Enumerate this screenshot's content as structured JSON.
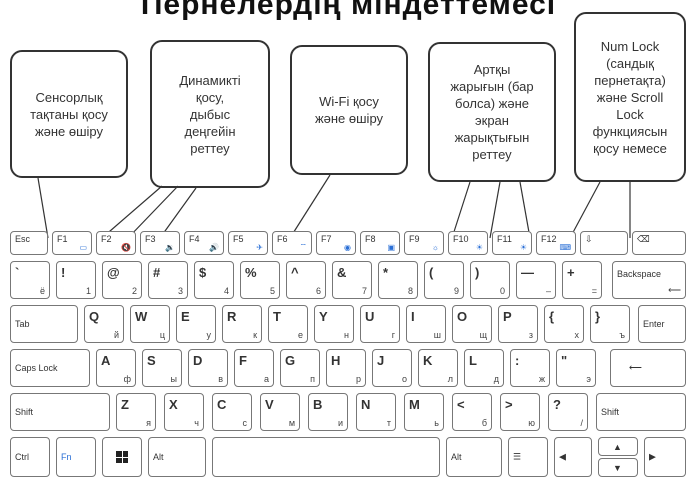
{
  "title": "Пернелердің міндеттемесі",
  "callouts": [
    "Сенсорлық\nтақтаны қосу\nжәне өшіру",
    "Динамикті\nқосу,\nдыбыс\nдеңгейін\nреттеу",
    "Wi-Fi қосу\nжәне өшіру",
    "Артқы\nжарығын (бар\nболса) және\nэкран\nжарықтығын\nреттеу",
    "Num Lock\n(сандық\nпернетақта)\nжәне Scroll\nLock\nфункциясын\nқосу немесе"
  ],
  "keys": {
    "esc": "Esc",
    "f1": "F1",
    "f2": "F2",
    "f3": "F3",
    "f4": "F4",
    "f5": "F5",
    "f6": "F6",
    "f7": "F7",
    "f8": "F8",
    "f9": "F9",
    "f10": "F10",
    "f11": "F11",
    "f12": "F12",
    "backspace": "Backspace",
    "tab": "Tab",
    "enter": "Enter",
    "capslock": "Caps Lock",
    "shift_l": "Shift",
    "shift_r": "Shift",
    "ctrl": "Ctrl",
    "fn": "Fn",
    "alt": "Alt",
    "alt_r": "Alt",
    "row1": [
      {
        "main": "`",
        "sub": "ё"
      },
      {
        "main": "!",
        "sub": "1"
      },
      {
        "main": "@",
        "sub": "2"
      },
      {
        "main": "#",
        "sub": "3"
      },
      {
        "main": "$",
        "sub": "4"
      },
      {
        "main": "%",
        "sub": "5"
      },
      {
        "main": "^",
        "sub": "6"
      },
      {
        "main": "&",
        "sub": "7"
      },
      {
        "main": "*",
        "sub": "8"
      },
      {
        "main": "(",
        "sub": "9"
      },
      {
        "main": ")",
        "sub": "0"
      },
      {
        "main": "—",
        "sub": "–"
      },
      {
        "main": "+",
        "sub": "="
      }
    ],
    "row2": [
      {
        "main": "Q",
        "sub": "й"
      },
      {
        "main": "W",
        "sub": "ц"
      },
      {
        "main": "E",
        "sub": "у"
      },
      {
        "main": "R",
        "sub": "к"
      },
      {
        "main": "T",
        "sub": "е"
      },
      {
        "main": "Y",
        "sub": "н"
      },
      {
        "main": "U",
        "sub": "г"
      },
      {
        "main": "I",
        "sub": "ш"
      },
      {
        "main": "O",
        "sub": "щ"
      },
      {
        "main": "P",
        "sub": "з"
      },
      {
        "main": "{",
        "sub": "х"
      },
      {
        "main": "}",
        "sub": "ъ"
      }
    ],
    "row3": [
      {
        "main": "A",
        "sub": "ф"
      },
      {
        "main": "S",
        "sub": "ы"
      },
      {
        "main": "D",
        "sub": "в"
      },
      {
        "main": "F",
        "sub": "а"
      },
      {
        "main": "G",
        "sub": "п"
      },
      {
        "main": "H",
        "sub": "р"
      },
      {
        "main": "J",
        "sub": "о"
      },
      {
        "main": "K",
        "sub": "л"
      },
      {
        "main": "L",
        "sub": "д"
      },
      {
        "main": ":",
        "sub": "ж"
      },
      {
        "main": "\"",
        "sub": "э"
      }
    ],
    "row4": [
      {
        "main": "Z",
        "sub": "я"
      },
      {
        "main": "X",
        "sub": "ч"
      },
      {
        "main": "C",
        "sub": "с"
      },
      {
        "main": "V",
        "sub": "м"
      },
      {
        "main": "B",
        "sub": "и"
      },
      {
        "main": "N",
        "sub": "т"
      },
      {
        "main": "M",
        "sub": "ь"
      },
      {
        "main": "<",
        "sub": "б"
      },
      {
        "main": ">",
        "sub": "ю"
      },
      {
        "main": "?",
        "sub": "/"
      }
    ]
  }
}
